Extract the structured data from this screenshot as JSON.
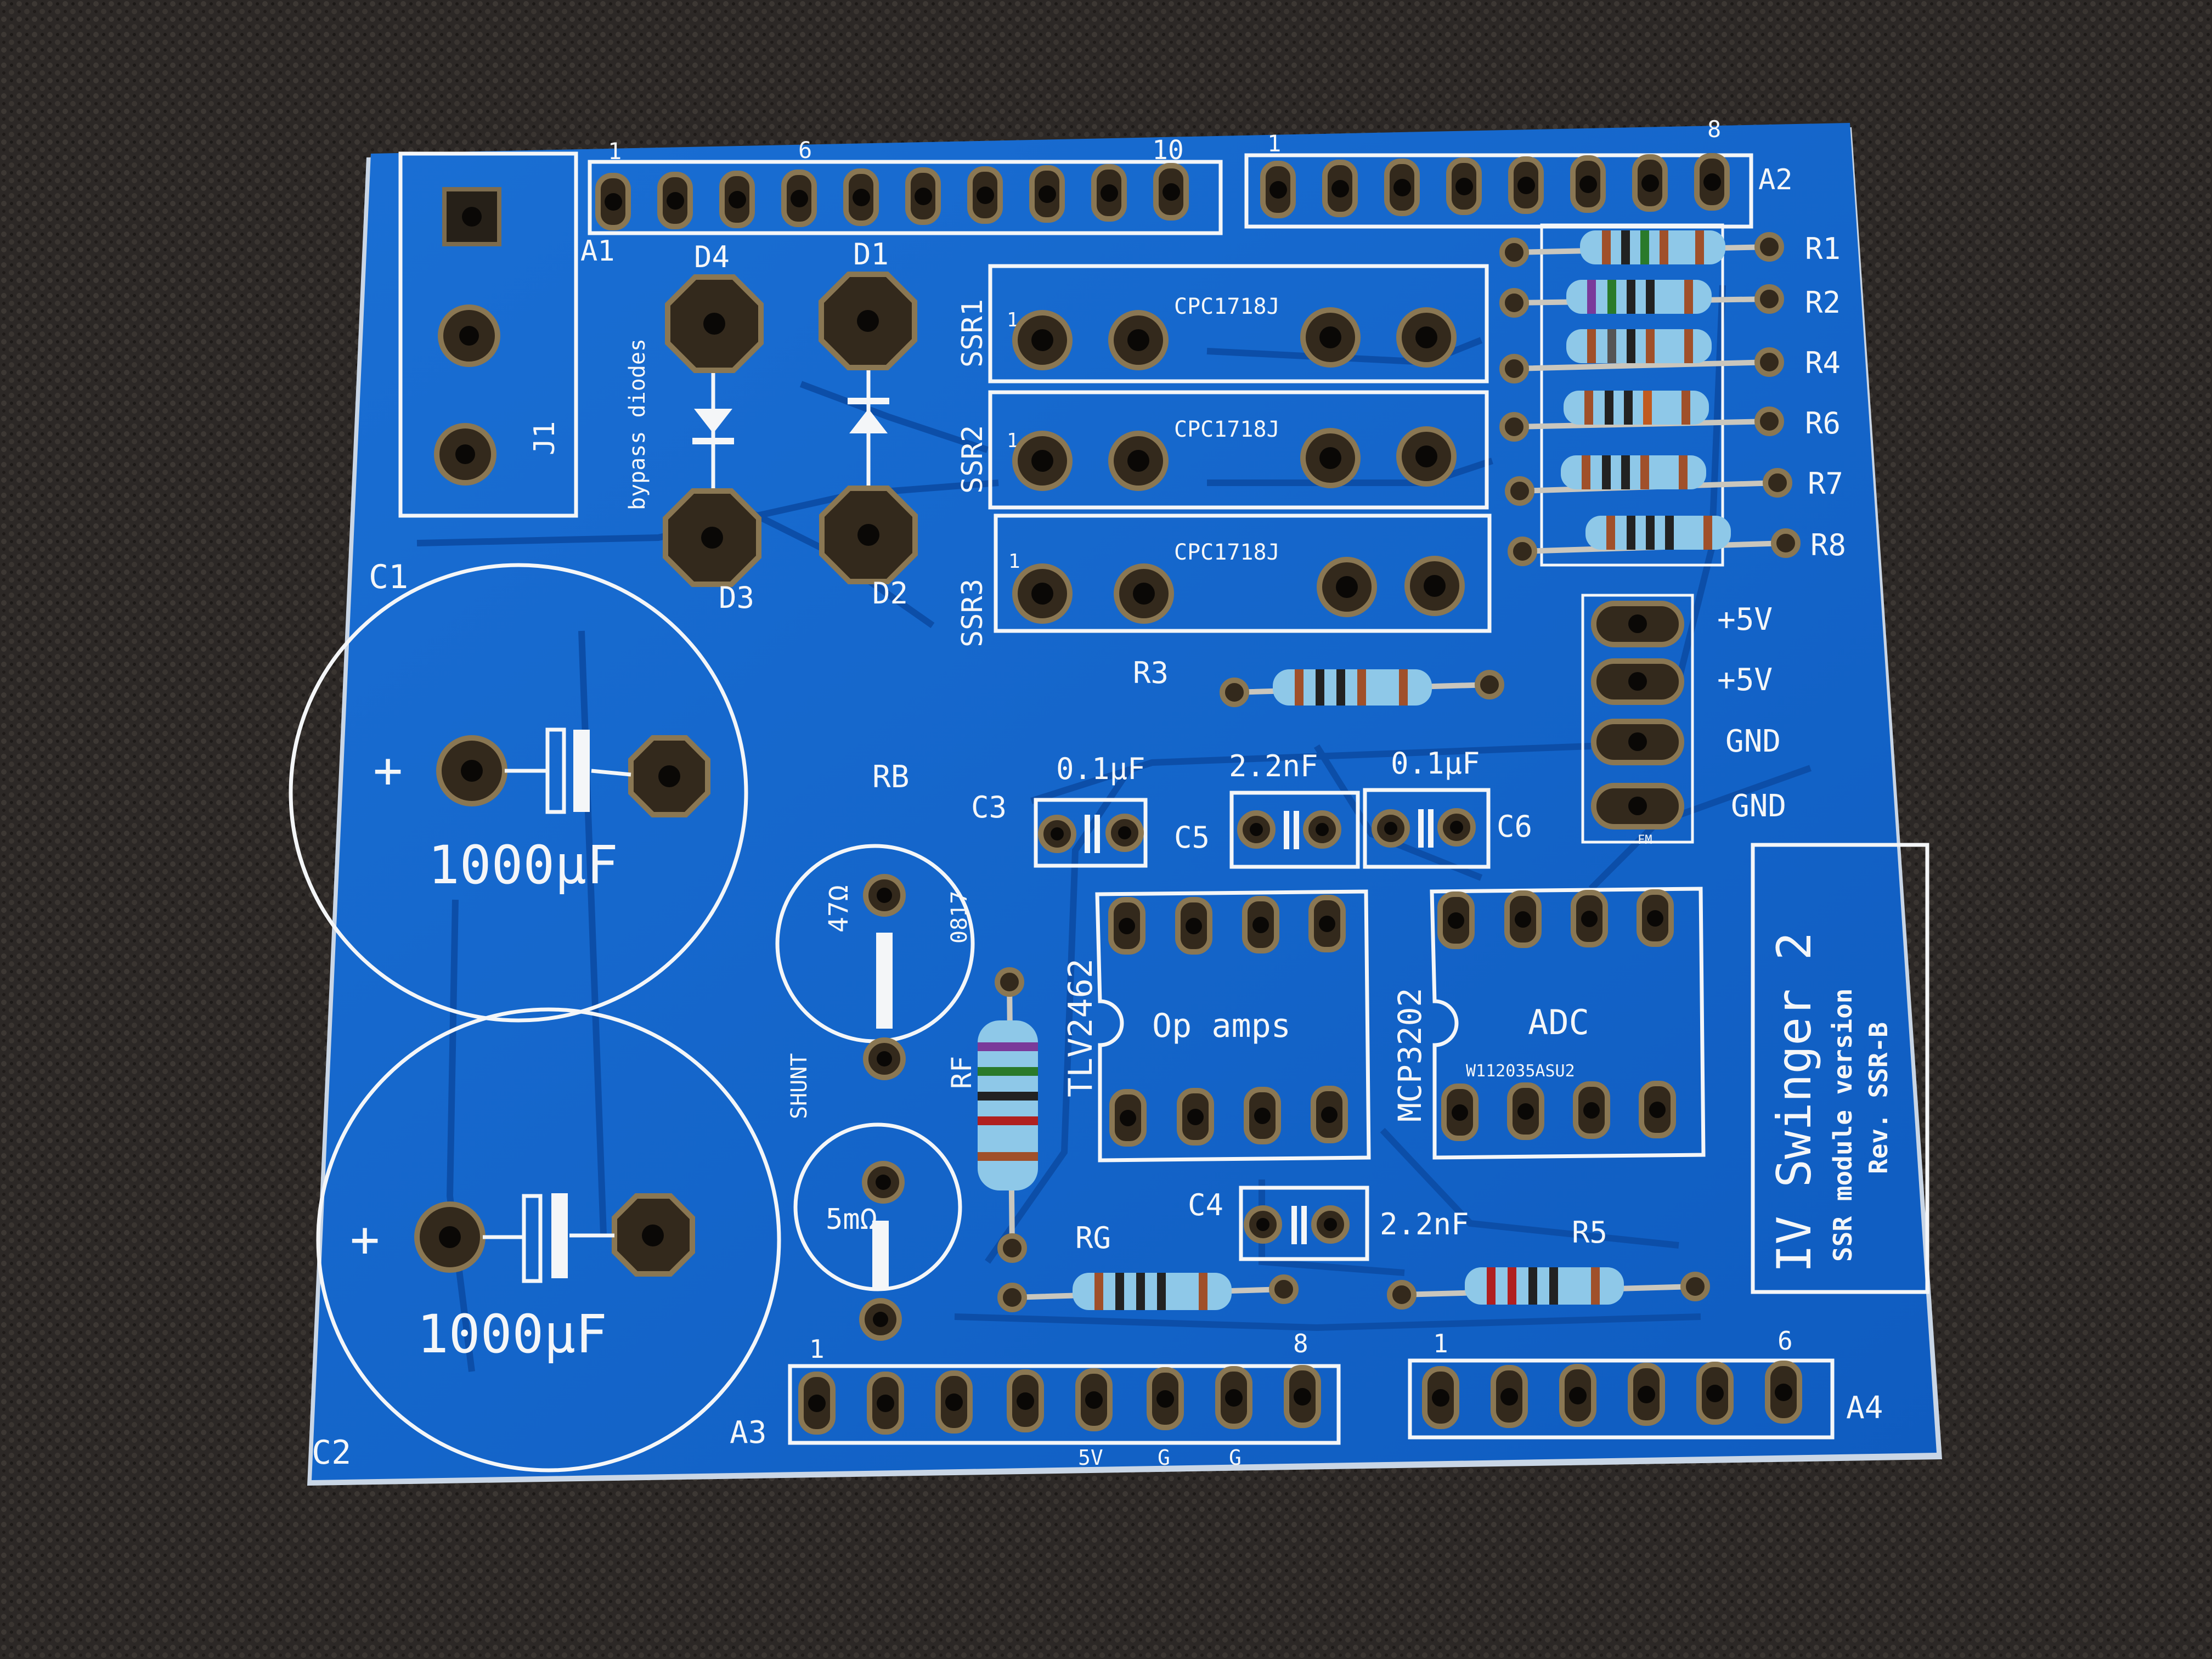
{
  "board": {
    "title": "IV Swinger 2",
    "subtitle": "SSR module version",
    "revision": "Rev. SSR-B",
    "colors": {
      "solder_mask": "#1466cc",
      "silkscreen": "#f4f6f8",
      "background": "#2c2826",
      "pad": "#33291c"
    }
  },
  "headers": {
    "A1": {
      "label": "A1",
      "pin_first": "1",
      "pin_mid": "6",
      "pin_last": "10"
    },
    "A2": {
      "label": "A2",
      "pin_first": "1",
      "pin_last": "8"
    },
    "A3": {
      "label": "A3",
      "pin_first": "1",
      "pin_last": "8",
      "pin_notes": [
        "5V",
        "G",
        "G"
      ]
    },
    "A4": {
      "label": "A4",
      "pin_first": "1",
      "pin_last": "6"
    }
  },
  "connectors": {
    "J1": "J1",
    "power": [
      "+5V",
      "+5V",
      "GND",
      "GND"
    ],
    "fm": "FM"
  },
  "diodes": {
    "section_label": "bypass diodes",
    "refs": [
      "D4",
      "D1",
      "D3",
      "D2"
    ]
  },
  "relays": [
    {
      "ref": "SSR1",
      "part": "CPC1718J",
      "pin1": "1"
    },
    {
      "ref": "SSR2",
      "part": "CPC1718J",
      "pin1": "1"
    },
    {
      "ref": "SSR3",
      "part": "CPC1718J",
      "pin1": "1"
    }
  ],
  "resistors_right": [
    "R1",
    "R2",
    "R4",
    "R6",
    "R7",
    "R8"
  ],
  "r3": "R3",
  "capacitors": {
    "C1": {
      "ref": "C1",
      "value": "1000µF",
      "polarity": "+"
    },
    "C2": {
      "ref": "C2",
      "value": "1000µF",
      "polarity": "+"
    },
    "C3": {
      "ref": "C3",
      "value": "0.1µF"
    },
    "C5": {
      "ref": "C5",
      "value": "2.2nF"
    },
    "C6": {
      "ref": "C6",
      "value": "0.1µF"
    },
    "C4": {
      "ref": "C4",
      "value": "2.2nF"
    }
  },
  "shunt": {
    "rb_ref": "RB",
    "rb_value": "47Ω",
    "rb_code": "0817",
    "shunt_label": "SHUNT",
    "shunt_value": "5mΩ",
    "rf_ref": "RF"
  },
  "ics": {
    "opamp": {
      "part": "TLV2462",
      "function": "Op amps"
    },
    "adc": {
      "part": "MCP3202",
      "function": "ADC",
      "marking": "W112035ASU2"
    }
  },
  "resistors_bottom": {
    "rg": "RG",
    "r5": "R5"
  }
}
